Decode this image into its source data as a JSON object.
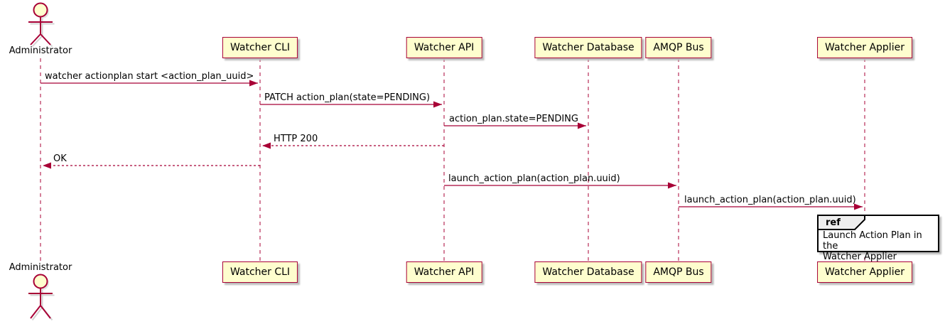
{
  "diagram_type": "uml-sequence",
  "actor": {
    "name": "Administrator"
  },
  "participants": [
    {
      "label": "Watcher CLI"
    },
    {
      "label": "Watcher API"
    },
    {
      "label": "Watcher Database"
    },
    {
      "label": "AMQP Bus"
    },
    {
      "label": "Watcher Applier"
    }
  ],
  "messages": [
    {
      "from": "Administrator",
      "to": "Watcher CLI",
      "text": "watcher actionplan start <action_plan_uuid>",
      "line": "solid"
    },
    {
      "from": "Watcher CLI",
      "to": "Watcher API",
      "text": "PATCH action_plan(state=PENDING)",
      "line": "solid"
    },
    {
      "from": "Watcher API",
      "to": "Watcher Database",
      "text": "action_plan.state=PENDING",
      "line": "solid"
    },
    {
      "from": "Watcher API",
      "to": "Watcher CLI",
      "text": "HTTP 200",
      "line": "dashed"
    },
    {
      "from": "Watcher CLI",
      "to": "Administrator",
      "text": "OK",
      "line": "dashed"
    },
    {
      "from": "Watcher API",
      "to": "AMQP Bus",
      "text": "launch_action_plan(action_plan.uuid)",
      "line": "solid"
    },
    {
      "from": "AMQP Bus",
      "to": "Watcher Applier",
      "text": "launch_action_plan(action_plan.uuid)",
      "line": "solid"
    }
  ],
  "ref_fragment": {
    "keyword": "ref",
    "text": "Launch Action Plan in the\nWatcher Applier"
  },
  "colors": {
    "participant_fill": "#FEFECE",
    "border": "#A80036",
    "arrow": "#A80036",
    "lifeline": "#A80036",
    "text": "#000000",
    "ref_border": "#000000",
    "ref_header_fill": "#EEEEEE",
    "background": "#FFFFFF"
  }
}
